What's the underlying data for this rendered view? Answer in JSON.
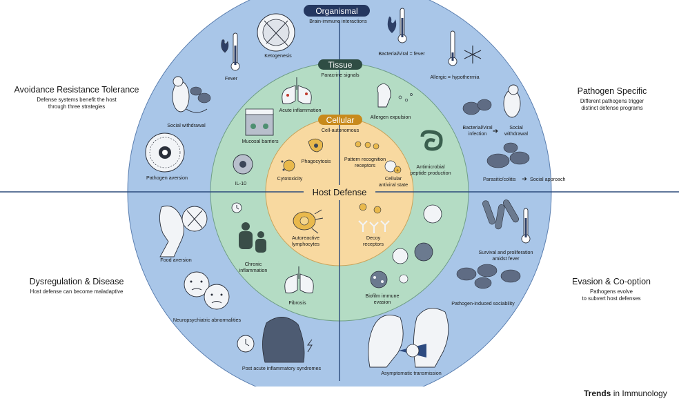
{
  "rings": {
    "organismal": {
      "title": "Organismal",
      "subtitle": "Brain-immune interactions"
    },
    "tissue": {
      "title": "Tissue",
      "subtitle": "Paracrine signals"
    },
    "cellular": {
      "title": "Cellular",
      "subtitle": "Cell-autonomous"
    },
    "center": "Host Defense"
  },
  "quadrants": {
    "top_left": {
      "title": "Avoidance Resistance Tolerance",
      "line1": "Defense systems benefit the host",
      "line2": "through three strategies"
    },
    "top_right": {
      "title": "Pathogen Specific",
      "line1": "Different pathogens trigger",
      "line2": "distinct defense programs"
    },
    "bottom_left": {
      "title": "Dysregulation & Disease",
      "line1": "Host defense can become maladaptive"
    },
    "bottom_right": {
      "title": "Evasion & Co-option",
      "line1": "Pathogens evolve",
      "line2": "to subvert host defenses"
    }
  },
  "labels": {
    "ketogenesis": "Ketogenesis",
    "fever": "Fever",
    "social_withdrawal": "Social withdrawal",
    "pathogen_aversion": "Pathogen aversion",
    "bacterial_fever": "Bacterial/viral = fever",
    "allergic_hypothermia": "Allergic = hypothermia",
    "bacterial_infection_1": "Bacterial/viral",
    "bacterial_infection_2": "infection",
    "social_withdrawal_r1": "Social",
    "social_withdrawal_r2": "withdrawal",
    "parasitic": "Parasitic/colitis",
    "social_approach": "Social approach",
    "acute_inflammation": "Acute inflammation",
    "mucosal_barriers": "Mucosal barriers",
    "il10": "IL-10",
    "allergen_expulsion": "Allergen expulsion",
    "antimicrobial_1": "Antimicrobial",
    "antimicrobial_2": "peptide production",
    "phagocytosis": "Phagocytosis",
    "cytotoxicity": "Cytotoxicity",
    "prr_1": "Pattern recognition",
    "prr_2": "receptors",
    "antiviral_1": "Cellular",
    "antiviral_2": "antiviral state",
    "autoreactive_1": "Autoreactive",
    "autoreactive_2": "lymphocytes",
    "decoy_1": "Decoy",
    "decoy_2": "receptors",
    "chronic_1": "Chronic",
    "chronic_2": "inflammation",
    "fibrosis": "Fibrosis",
    "biofilm_1": "Biofilm immune",
    "biofilm_2": "evasion",
    "food_aversion": "Food aversion",
    "neuropsychiatric": "Neuropsychiatric abnormalities",
    "post_acute": "Post acute inflammatory syndromes",
    "survival_1": "Survival and proliferation",
    "survival_2": "amidst fever",
    "sociability": "Pathogen-induced sociability",
    "asymptomatic": "Asymptomatic transmission"
  },
  "journal": {
    "brand_bold": "Trends",
    "brand_rest": " in Immunology"
  },
  "colors": {
    "outer_ring": "#a9c6e8",
    "tissue_ring": "#b4dcc4",
    "cellular_ring": "#f8d9a0",
    "organismal_pill": "#243760",
    "tissue_pill": "#2f4d44",
    "cellular_pill": "#c88a1c",
    "divider": "#2b4a7a"
  }
}
